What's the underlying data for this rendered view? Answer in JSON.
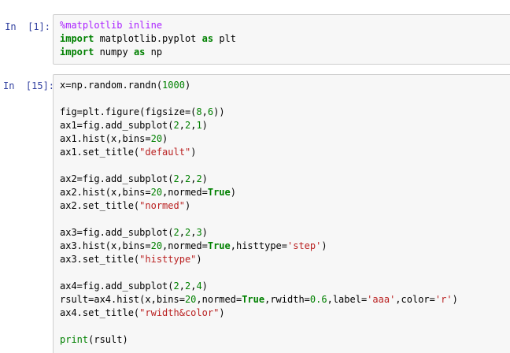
{
  "cells": [
    {
      "prompt": "In  [1]:",
      "lines": [
        [
          [
            "magic",
            "%matplotlib inline"
          ]
        ],
        [
          [
            "kw",
            "import"
          ],
          [
            "plain",
            " matplotlib.pyplot "
          ],
          [
            "kw",
            "as"
          ],
          [
            "plain",
            " plt"
          ]
        ],
        [
          [
            "kw",
            "import"
          ],
          [
            "plain",
            " numpy "
          ],
          [
            "kw",
            "as"
          ],
          [
            "plain",
            " np"
          ]
        ]
      ]
    },
    {
      "prompt": "In  [15]:",
      "lines": [
        [
          [
            "plain",
            "x=np.random.randn("
          ],
          [
            "num",
            "1000"
          ],
          [
            "plain",
            ")"
          ]
        ],
        [],
        [
          [
            "plain",
            "fig=plt.figure(figsize=("
          ],
          [
            "num",
            "8"
          ],
          [
            "plain",
            ","
          ],
          [
            "num",
            "6"
          ],
          [
            "plain",
            "))"
          ]
        ],
        [
          [
            "plain",
            "ax1=fig.add_subplot("
          ],
          [
            "num",
            "2"
          ],
          [
            "plain",
            ","
          ],
          [
            "num",
            "2"
          ],
          [
            "plain",
            ","
          ],
          [
            "num",
            "1"
          ],
          [
            "plain",
            ")"
          ]
        ],
        [
          [
            "plain",
            "ax1.hist(x,bins="
          ],
          [
            "num",
            "20"
          ],
          [
            "plain",
            ")"
          ]
        ],
        [
          [
            "plain",
            "ax1.set_title("
          ],
          [
            "str",
            "\"default\""
          ],
          [
            "plain",
            ")"
          ]
        ],
        [],
        [
          [
            "plain",
            "ax2=fig.add_subplot("
          ],
          [
            "num",
            "2"
          ],
          [
            "plain",
            ","
          ],
          [
            "num",
            "2"
          ],
          [
            "plain",
            ","
          ],
          [
            "num",
            "2"
          ],
          [
            "plain",
            ")"
          ]
        ],
        [
          [
            "plain",
            "ax2.hist(x,bins="
          ],
          [
            "num",
            "20"
          ],
          [
            "plain",
            ",normed="
          ],
          [
            "kw",
            "True"
          ],
          [
            "plain",
            ")"
          ]
        ],
        [
          [
            "plain",
            "ax2.set_title("
          ],
          [
            "str",
            "\"normed\""
          ],
          [
            "plain",
            ")"
          ]
        ],
        [],
        [
          [
            "plain",
            "ax3=fig.add_subplot("
          ],
          [
            "num",
            "2"
          ],
          [
            "plain",
            ","
          ],
          [
            "num",
            "2"
          ],
          [
            "plain",
            ","
          ],
          [
            "num",
            "3"
          ],
          [
            "plain",
            ")"
          ]
        ],
        [
          [
            "plain",
            "ax3.hist(x,bins="
          ],
          [
            "num",
            "20"
          ],
          [
            "plain",
            ",normed="
          ],
          [
            "kw",
            "True"
          ],
          [
            "plain",
            ",histtype="
          ],
          [
            "str",
            "'step'"
          ],
          [
            "plain",
            ")"
          ]
        ],
        [
          [
            "plain",
            "ax3.set_title("
          ],
          [
            "str",
            "\"histtype\""
          ],
          [
            "plain",
            ")"
          ]
        ],
        [],
        [
          [
            "plain",
            "ax4=fig.add_subplot("
          ],
          [
            "num",
            "2"
          ],
          [
            "plain",
            ","
          ],
          [
            "num",
            "2"
          ],
          [
            "plain",
            ","
          ],
          [
            "num",
            "4"
          ],
          [
            "plain",
            ")"
          ]
        ],
        [
          [
            "plain",
            "rsult=ax4.hist(x,bins="
          ],
          [
            "num",
            "20"
          ],
          [
            "plain",
            ",normed="
          ],
          [
            "kw",
            "True"
          ],
          [
            "plain",
            ",rwidth="
          ],
          [
            "num",
            "0.6"
          ],
          [
            "plain",
            ",label="
          ],
          [
            "str",
            "'aaa'"
          ],
          [
            "plain",
            ",color="
          ],
          [
            "str",
            "'r'"
          ],
          [
            "plain",
            ")"
          ]
        ],
        [
          [
            "plain",
            "ax4.set_title("
          ],
          [
            "str",
            "\"rwidth&color\""
          ],
          [
            "plain",
            ")"
          ]
        ],
        [],
        [
          [
            "builtin",
            "print"
          ],
          [
            "plain",
            "(rsult)"
          ]
        ]
      ]
    }
  ],
  "colors": {
    "prompt": "#303f9f",
    "keyword": "#008000",
    "number": "#008000",
    "string": "#ba2121",
    "magic": "#aa22ff",
    "cell_background": "#f7f7f7",
    "cell_border": "#cfcfcf"
  }
}
